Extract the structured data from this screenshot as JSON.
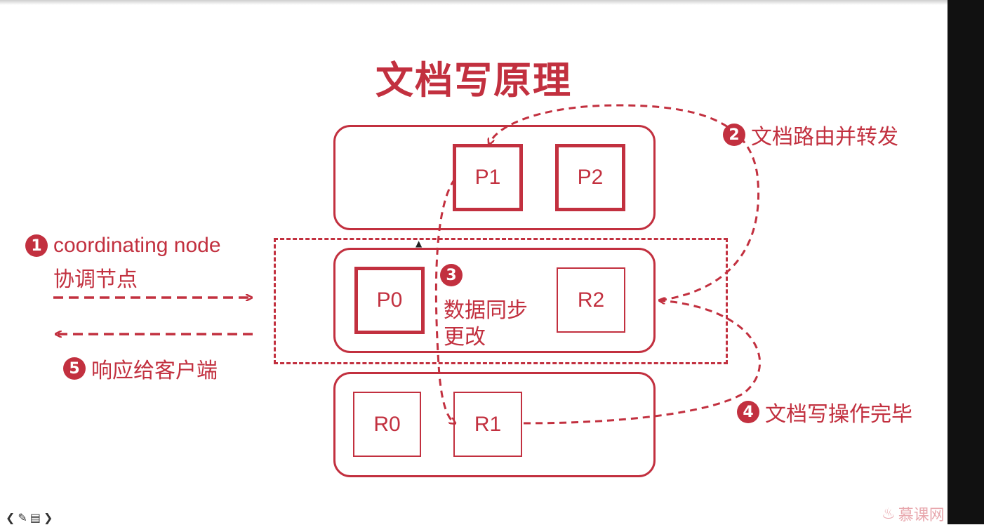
{
  "title": "文档写原理",
  "colors": {
    "accent": "#c2303f"
  },
  "nodes": {
    "top": {
      "shards": [
        "P1",
        "P2"
      ]
    },
    "middle": {
      "shards": [
        "P0",
        "R2"
      ]
    },
    "bottom": {
      "shards": [
        "R0",
        "R1"
      ]
    }
  },
  "steps": {
    "step1": {
      "number": "1",
      "line1": "coordinating node",
      "line2": "协调节点"
    },
    "step2": {
      "number": "2",
      "text": "文档路由并转发"
    },
    "step3": {
      "number": "3",
      "line1": "数据同步",
      "line2": "更改"
    },
    "step4": {
      "number": "4",
      "text": "文档写操作完毕"
    },
    "step5": {
      "number": "5",
      "text": "响应给客户端"
    }
  },
  "watermark": "慕课网"
}
